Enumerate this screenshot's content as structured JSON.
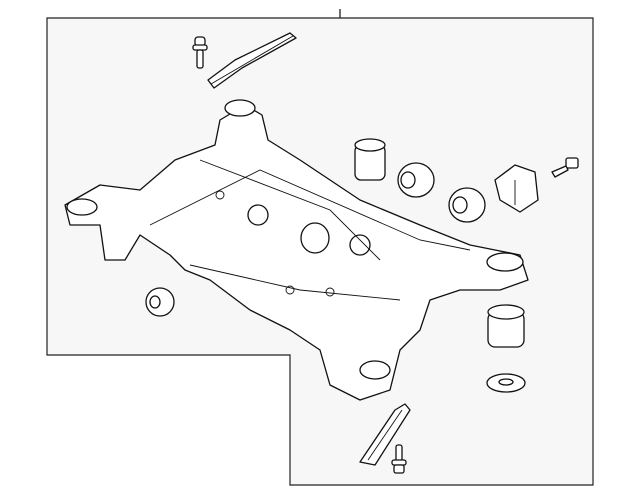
{
  "colors": {
    "background": "#ffffff",
    "panel": "#f7f7f7",
    "line": "#111111"
  },
  "diagram": {
    "parts": [
      {
        "name": "subframe"
      },
      {
        "name": "bolt"
      },
      {
        "name": "reinforcement-bracket"
      },
      {
        "name": "bushing"
      },
      {
        "name": "mount"
      },
      {
        "name": "washer"
      }
    ]
  }
}
